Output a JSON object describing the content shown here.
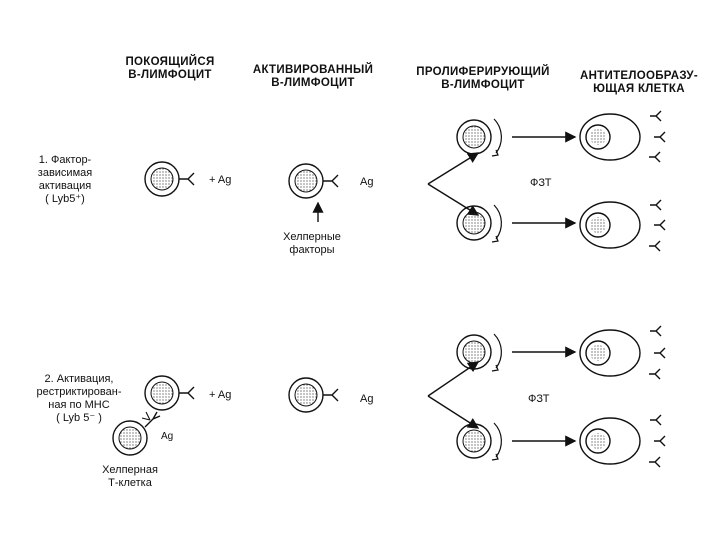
{
  "headers": {
    "resting": "ПОКОЯЩИЙСЯ\nВ-ЛИМФОЦИТ",
    "activated": "АКТИВИРОВАННЫЙ\nВ-ЛИМФОЦИТ",
    "proliferating": "ПРОЛИФЕРИРУЮЩИЙ\nВ-ЛИМФОЦИТ",
    "antibody": "АНТИТЕЛООБРАЗУ-\nЮЩАЯ КЛЕТКА"
  },
  "row1": {
    "label": "1. Фактор-\nзависимая\nактивация\n( Lyb5⁺)",
    "plus_ag": "+ Ag",
    "ag": "Ag",
    "helper": "Хелперные\nфакторы",
    "fzt": "ФЗТ"
  },
  "row2": {
    "label": "2. Активация,\nрестриктирован-\nная по МНС\n( Lyb 5⁻ )",
    "plus_ag": "+ Ag",
    "ag": "Ag",
    "ag_small": "Ag",
    "tcell": "Хелперная\nТ-клетка",
    "fzt": "ФЗТ"
  }
}
